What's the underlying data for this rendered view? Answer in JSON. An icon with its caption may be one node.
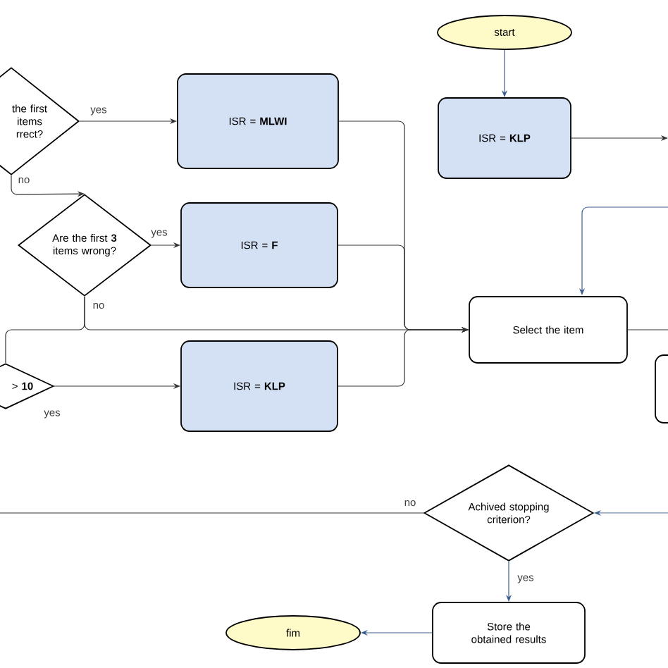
{
  "diagram": {
    "nodes": [
      {
        "text": [
          "start"
        ]
      },
      {
        "text": [
          "the first items rrect?"
        ]
      },
      {
        "text": [
          "ISR = **MLWI**"
        ]
      },
      {
        "text": [
          "ISR = **KLP**"
        ]
      },
      {
        "text": [
          "Are the first **3** items wrong?"
        ]
      },
      {
        "text": [
          "ISR = **F**"
        ]
      },
      {
        "text": [
          "Select the item"
        ]
      },
      {
        "text": [
          "> **10**"
        ]
      },
      {
        "text": [
          "ISR = **KLP**"
        ]
      },
      {
        "text": [],
        "shape": "box"
      },
      {
        "text": [
          "Achived stopping criterion?"
        ]
      },
      {
        "text": [
          "fim"
        ]
      },
      {
        "text": [
          "Store the obtained results"
        ]
      }
    ],
    "edges": [
      {
        "from": 0,
        "to": 3,
        "arrow": "to",
        "color": "#3b5e8c"
      },
      {
        "from": 3,
        "to": null,
        "arrow": "to"
      },
      {
        "from": 1,
        "to": 2,
        "arrow": "to",
        "label": "yes"
      },
      {
        "from": 1,
        "to": 4,
        "arrow": "to",
        "label": "no"
      },
      {
        "from": 4,
        "to": 5,
        "arrow": "to",
        "label": "yes"
      },
      {
        "from": 4,
        "to": 6,
        "arrow": "to",
        "label": "no"
      },
      {
        "from": 4,
        "to": 7,
        "arrow": "none"
      },
      {
        "from": 7,
        "to": 8,
        "arrow": "to",
        "label": "yes"
      },
      {
        "from": 2,
        "to": 6,
        "arrow": "to"
      },
      {
        "from": 5,
        "to": 6,
        "arrow": "to"
      },
      {
        "from": 8,
        "to": 6,
        "arrow": "to"
      },
      {
        "from": null,
        "to": 6,
        "arrow": "to",
        "color": "#3b5e8c"
      },
      {
        "from": 6,
        "to": null,
        "arrow": "none"
      },
      {
        "from": 10,
        "to": null,
        "arrow": "none",
        "label": "no"
      },
      {
        "from": null,
        "to": 10,
        "arrow": "to",
        "color": "#3b5e8c"
      },
      {
        "from": 10,
        "to": 12,
        "arrow": "to",
        "label": "yes",
        "color": "#3b5e8c"
      },
      {
        "from": 12,
        "to": 11,
        "arrow": "to",
        "color": "#3b5e8c"
      }
    ]
  }
}
